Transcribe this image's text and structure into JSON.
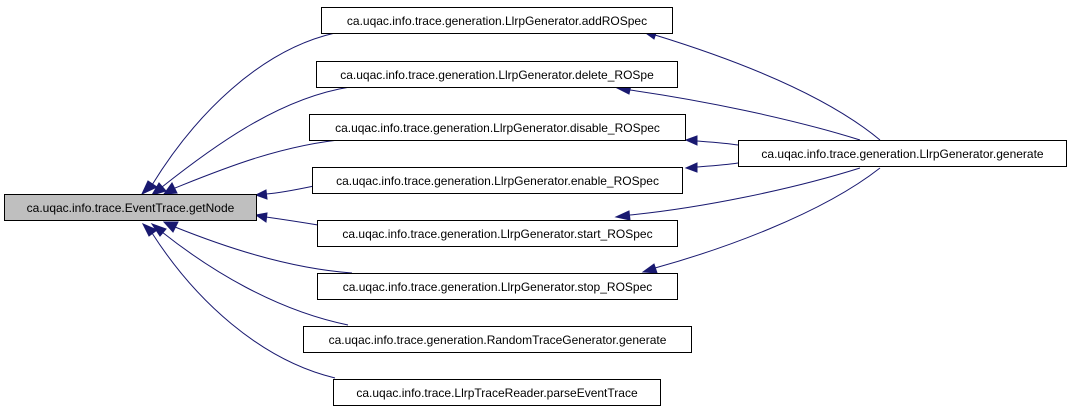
{
  "graph": {
    "colors": {
      "focus_fill": "#bfbfbf",
      "node_fill": "#ffffff",
      "node_border": "#000000",
      "edge": "#191970"
    },
    "nodes": {
      "getNode": "ca.uqac.info.trace.EventTrace.getNode",
      "addROSpec": "ca.uqac.info.trace.generation.LlrpGenerator.addROSpec",
      "delete_ROSpe": "ca.uqac.info.trace.generation.LlrpGenerator.delete_ROSpe",
      "disable_ROSpec": "ca.uqac.info.trace.generation.LlrpGenerator.disable_ROSpec",
      "enable_ROSpec": "ca.uqac.info.trace.generation.LlrpGenerator.enable_ROSpec",
      "start_ROSpec": "ca.uqac.info.trace.generation.LlrpGenerator.start_ROSpec",
      "stop_ROSpec": "ca.uqac.info.trace.generation.LlrpGenerator.stop_ROSpec",
      "random_generate": "ca.uqac.info.trace.generation.RandomTraceGenerator.generate",
      "parseEventTrace": "ca.uqac.info.trace.LlrpTraceReader.parseEventTrace",
      "llrp_generate": "ca.uqac.info.trace.generation.LlrpGenerator.generate"
    },
    "edges": [
      {
        "from": "addROSpec",
        "to": "getNode"
      },
      {
        "from": "delete_ROSpe",
        "to": "getNode"
      },
      {
        "from": "disable_ROSpec",
        "to": "getNode"
      },
      {
        "from": "enable_ROSpec",
        "to": "getNode"
      },
      {
        "from": "start_ROSpec",
        "to": "getNode"
      },
      {
        "from": "stop_ROSpec",
        "to": "getNode"
      },
      {
        "from": "random_generate",
        "to": "getNode"
      },
      {
        "from": "parseEventTrace",
        "to": "getNode"
      },
      {
        "from": "llrp_generate",
        "to": "addROSpec"
      },
      {
        "from": "llrp_generate",
        "to": "delete_ROSpe"
      },
      {
        "from": "llrp_generate",
        "to": "disable_ROSpec"
      },
      {
        "from": "llrp_generate",
        "to": "enable_ROSpec"
      },
      {
        "from": "llrp_generate",
        "to": "start_ROSpec"
      },
      {
        "from": "llrp_generate",
        "to": "stop_ROSpec"
      }
    ]
  }
}
